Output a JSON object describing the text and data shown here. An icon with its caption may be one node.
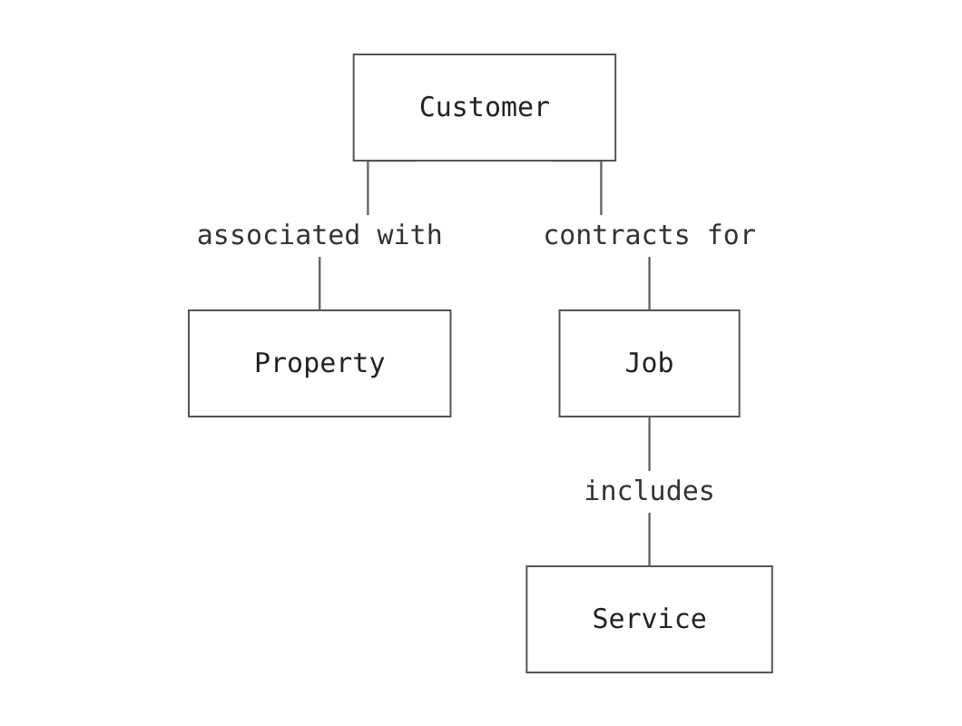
{
  "diagram": {
    "nodes": [
      {
        "text": [
          "Customer"
        ]
      },
      {
        "text": [
          "Property"
        ]
      },
      {
        "text": [
          "Job"
        ]
      },
      {
        "text": [
          "Service"
        ]
      }
    ],
    "edges": [
      {
        "from": 0,
        "to": 1,
        "arrow": "none",
        "label": "associated with"
      },
      {
        "from": 0,
        "to": 2,
        "arrow": "none",
        "label": "contracts for"
      },
      {
        "from": 2,
        "to": 3,
        "arrow": "none",
        "label": "includes"
      }
    ]
  }
}
